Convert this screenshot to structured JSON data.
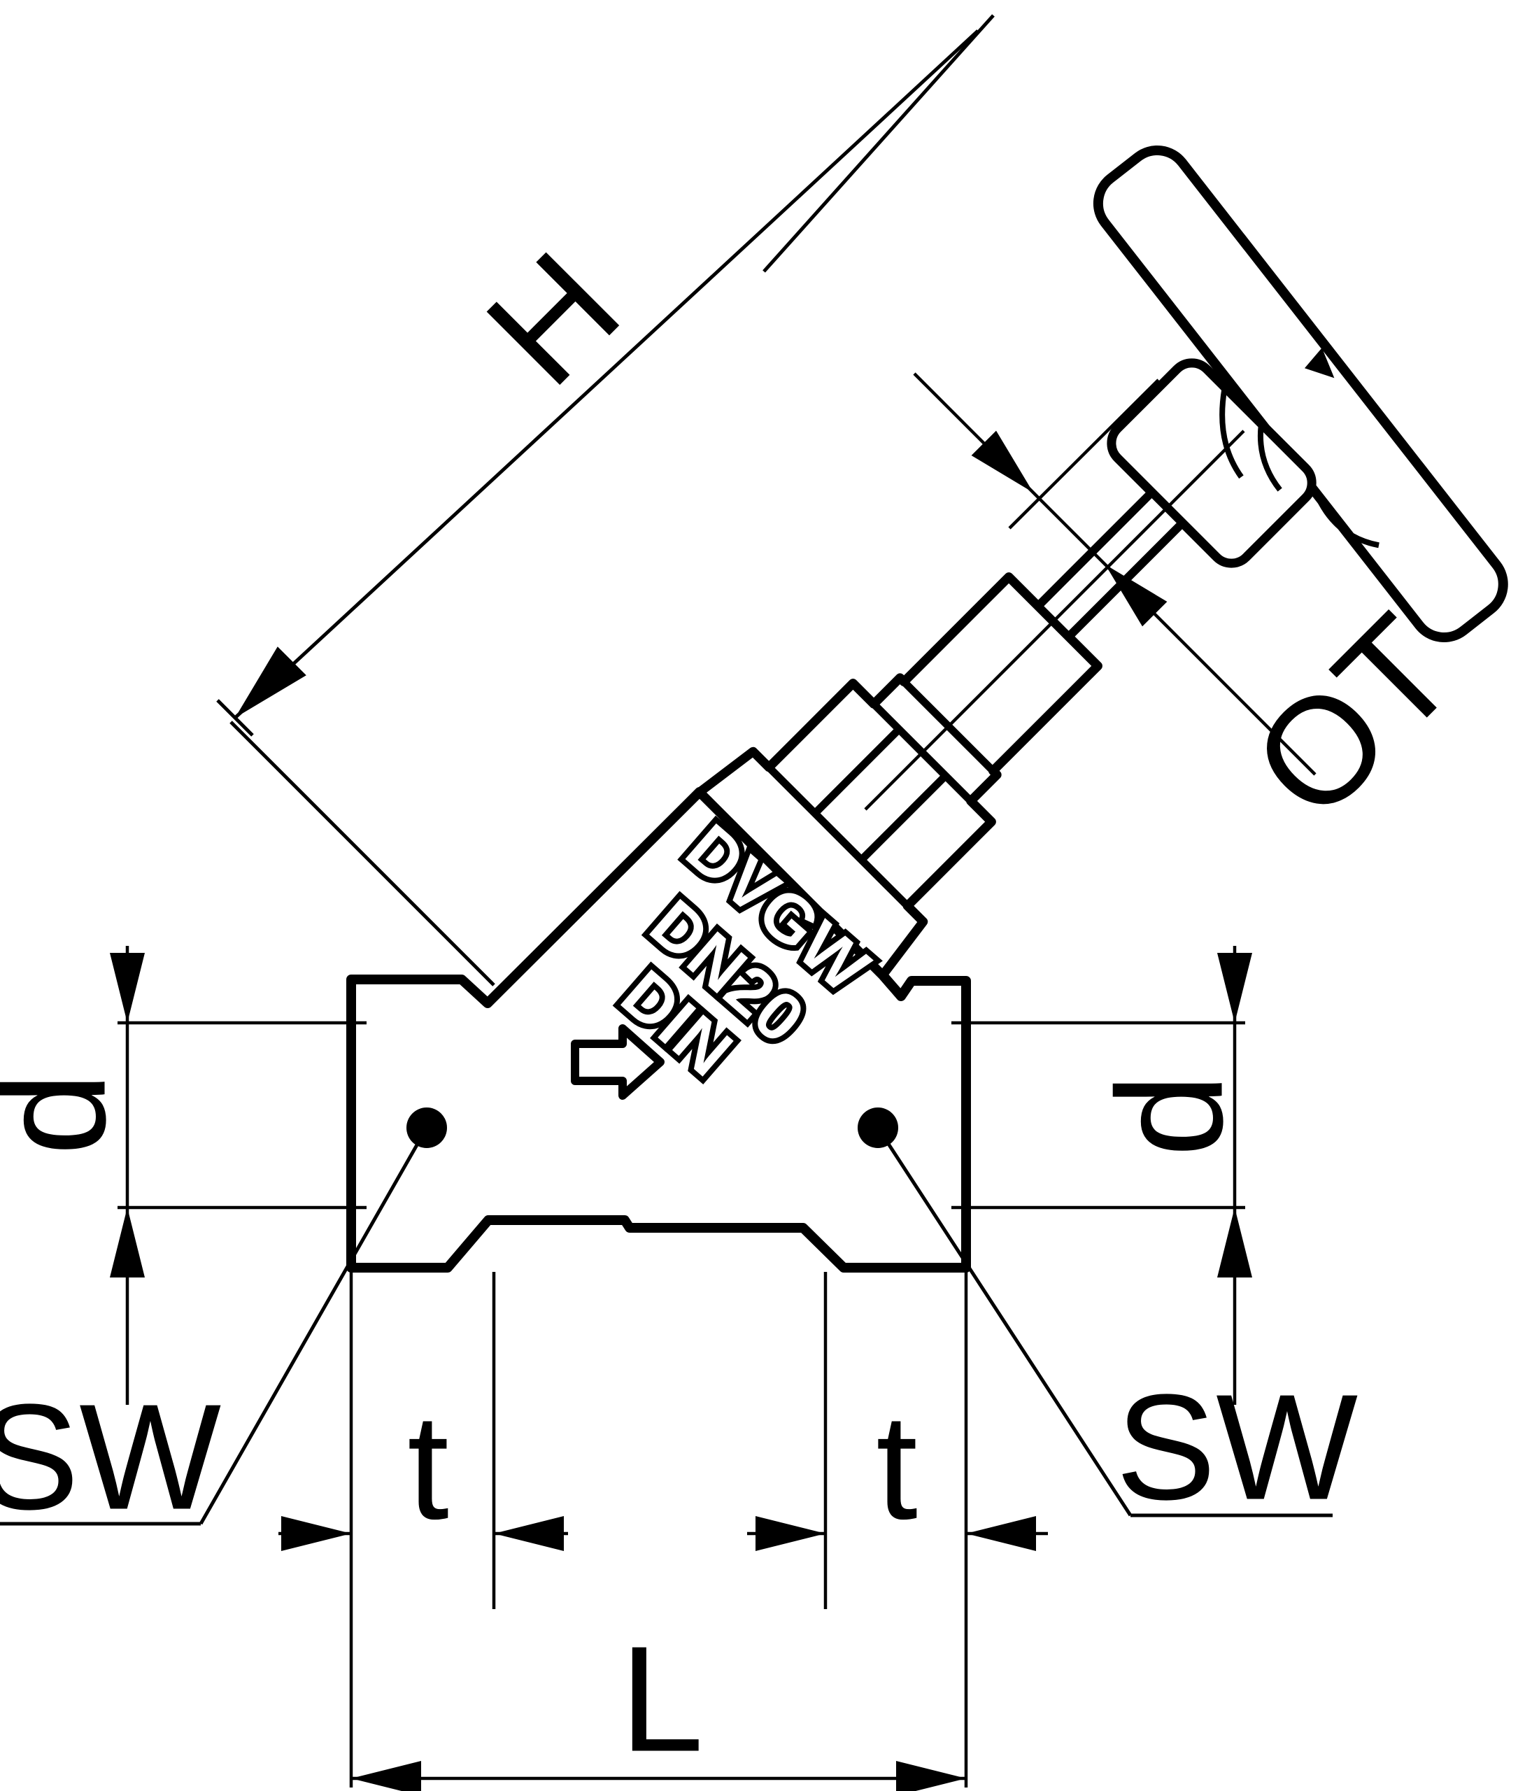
{
  "page": {
    "background": "#ffffff",
    "line_color": "#000000"
  },
  "dimensions": {
    "height_label": "H",
    "top_part_label": "OT",
    "bore_left_label": "d",
    "bore_right_label": "d",
    "wrench_left_label": "SW",
    "wrench_right_label": "SW",
    "thread_depth_left_label": "t",
    "thread_depth_right_label": "t",
    "length_label": "L"
  },
  "cast_markings": {
    "certification": "DVGW",
    "nominal_size": "DN20",
    "standard": "DIN"
  }
}
